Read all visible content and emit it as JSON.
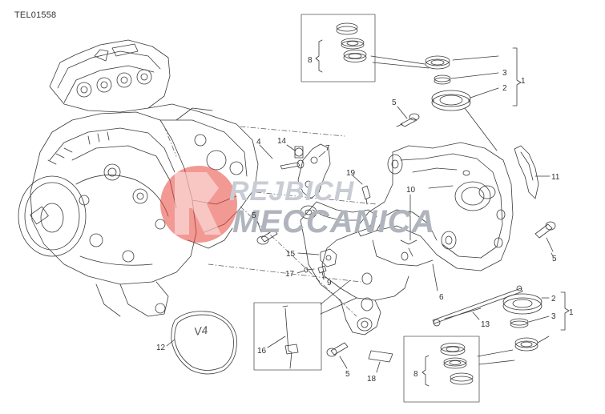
{
  "drawing_code": "TEL01558",
  "watermark": {
    "line1": "REJBICH",
    "line2": "MECCANICA",
    "brand_color": "#e8463c"
  },
  "engine_badge": "V4",
  "callouts": [
    {
      "id": "c1a",
      "label": "1"
    },
    {
      "id": "c1b",
      "label": "1"
    },
    {
      "id": "c2a",
      "label": "2"
    },
    {
      "id": "c2b",
      "label": "2"
    },
    {
      "id": "c3a",
      "label": "3"
    },
    {
      "id": "c3b",
      "label": "3"
    },
    {
      "id": "c4",
      "label": "4"
    },
    {
      "id": "c5a",
      "label": "5"
    },
    {
      "id": "c5b",
      "label": "5"
    },
    {
      "id": "c5c",
      "label": "5"
    },
    {
      "id": "c5d",
      "label": "5"
    },
    {
      "id": "c6",
      "label": "6"
    },
    {
      "id": "c7",
      "label": "7"
    },
    {
      "id": "c8a",
      "label": "8"
    },
    {
      "id": "c8b",
      "label": "8"
    },
    {
      "id": "c9",
      "label": "9"
    },
    {
      "id": "c10",
      "label": "10"
    },
    {
      "id": "c11",
      "label": "11"
    },
    {
      "id": "c12",
      "label": "12"
    },
    {
      "id": "c13",
      "label": "13"
    },
    {
      "id": "c14",
      "label": "14"
    },
    {
      "id": "c15",
      "label": "15"
    },
    {
      "id": "c16",
      "label": "16"
    },
    {
      "id": "c17",
      "label": "17"
    },
    {
      "id": "c18",
      "label": "18"
    },
    {
      "id": "c19",
      "label": "19"
    }
  ]
}
